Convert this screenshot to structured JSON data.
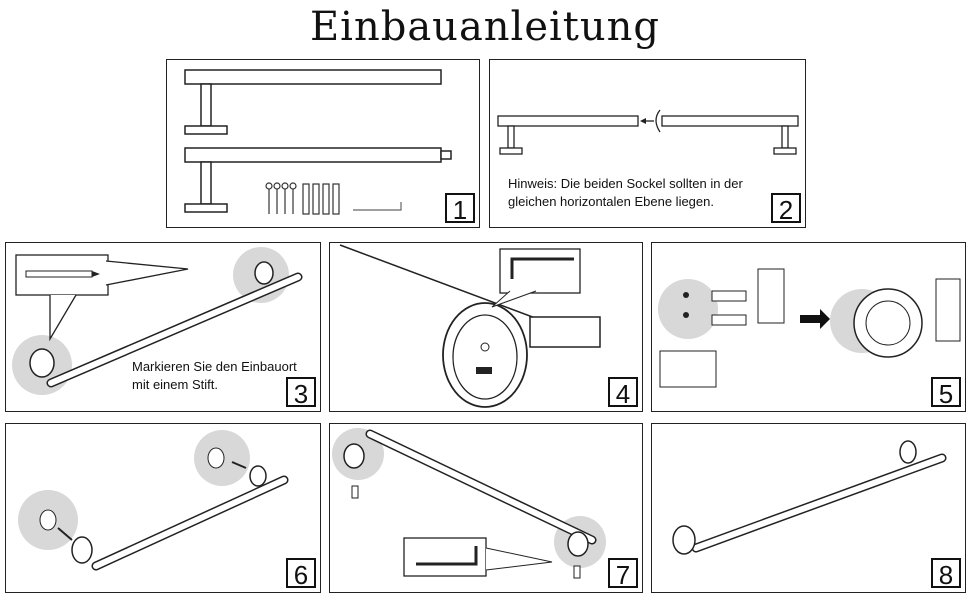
{
  "title": "Einbauanleitung",
  "steps": [
    {
      "number": "1"
    },
    {
      "number": "2",
      "note_line1": "Hinweis: Die beiden Sockel sollten in der",
      "note_line2": "gleichen horizontalen Ebene liegen."
    },
    {
      "number": "3",
      "note_line1": "Markieren Sie den Einbauort",
      "note_line2": "mit einem Stift."
    },
    {
      "number": "4"
    },
    {
      "number": "5"
    },
    {
      "number": "6"
    },
    {
      "number": "7"
    },
    {
      "number": "8"
    }
  ]
}
